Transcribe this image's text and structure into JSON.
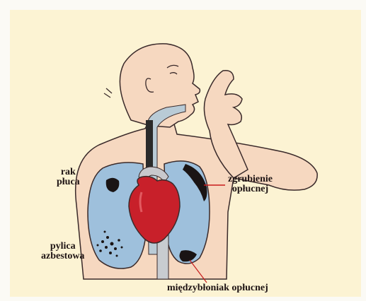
{
  "diagram": {
    "labels": {
      "lung_cancer_line1": "rak",
      "lung_cancer_line2": "płuca",
      "pleural_thickening_line1": "zgrubienie",
      "pleural_thickening_line2": "opłucnej",
      "asbestos_dust_line1": "pylica",
      "asbestos_dust_line2": "azbestowa",
      "mesothelioma": "międzybłoniak opłucnej"
    },
    "colors": {
      "background": "#fcf3d3",
      "skin": "#f6d8c0",
      "lung": "#9ec0dc",
      "heart": "#c8202a",
      "disease": "#1a1414",
      "airway": "#b9cbd6",
      "callout": "#c81a1a"
    }
  }
}
